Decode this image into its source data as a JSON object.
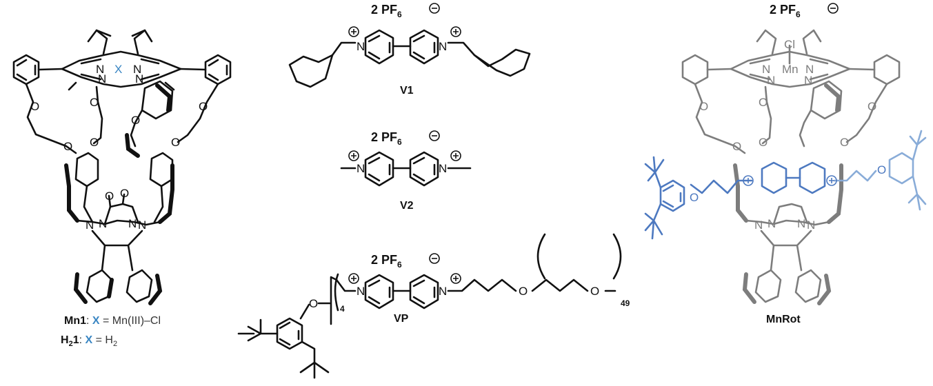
{
  "left": {
    "center_atom": "X",
    "caption_line1": {
      "compound": "Mn1",
      "sep": ": ",
      "x": "X",
      "rest": " = Mn(III)–Cl"
    },
    "caption_line2": {
      "h": "H",
      "h_sub": "2",
      "num": "1",
      "sep": ": ",
      "x": "X",
      "eq": " = H",
      "eq_sub": "2"
    }
  },
  "middle": {
    "v1": {
      "counterion": "2 PF",
      "counterion_sub": "6",
      "label": "V1"
    },
    "v2": {
      "counterion": "2 PF",
      "counterion_sub": "6",
      "label": "V2"
    },
    "vp": {
      "counterion": "2 PF",
      "counterion_sub": "6",
      "label": "VP",
      "chain_sub": "4",
      "peg_sub": "49"
    }
  },
  "right": {
    "counterion": "2 PF",
    "counterion_sub": "6",
    "metal": "Mn",
    "ligand": "Cl",
    "label": "MnRot"
  },
  "atoms": {
    "n": "N",
    "o": "O"
  },
  "colors": {
    "black": "#111111",
    "grey": "#7d7d7d",
    "blue": "#4d79c0",
    "light_blue": "#89acd8",
    "x_blue": "#3a86c3"
  }
}
